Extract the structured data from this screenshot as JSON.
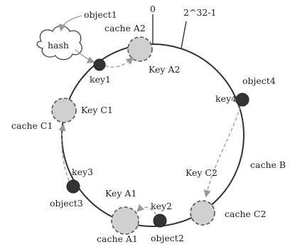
{
  "ring": {
    "zero_label": "0",
    "max_label": "2^32-1"
  },
  "hash_cloud": {
    "label": "hash"
  },
  "objects": {
    "object1": "object1",
    "object2": "object2",
    "object3": "object3",
    "object4": "object4"
  },
  "keys": {
    "key1": "key1",
    "key2": "key2",
    "key3": "key3",
    "key4": "key4"
  },
  "caches": {
    "cache_a2": "cache A2",
    "cache_c1": "cache C1",
    "cache_a1": "cache A1",
    "cache_c2": "cache C2",
    "cache_b": "cache B"
  },
  "virtual_keys": {
    "key_a2": "Key A2",
    "key_c1": "Key C1",
    "key_a1": "Key A1",
    "key_c2": "Key C2"
  },
  "colors": {
    "ring": "#333333",
    "cache_fill": "#d0d0d0",
    "key_fill": "#333333",
    "arrow": "#9a9a9a"
  }
}
